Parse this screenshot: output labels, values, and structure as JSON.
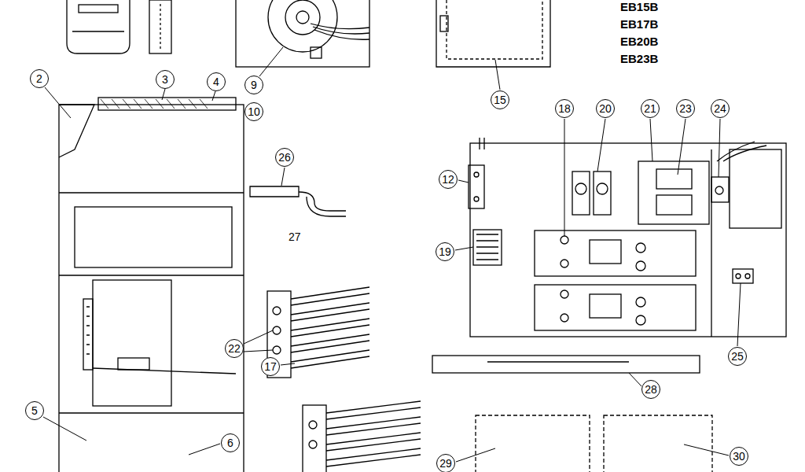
{
  "diagram": {
    "nodes": [
      {
        "text": [
          "2"
        ]
      },
      {
        "text": [
          "3"
        ]
      },
      {
        "text": [
          "4"
        ]
      },
      {
        "text": [
          "9"
        ]
      },
      {
        "text": [
          "10"
        ]
      },
      {
        "text": [
          "15"
        ]
      },
      {
        "text": [
          "18"
        ]
      },
      {
        "text": [
          "20"
        ]
      },
      {
        "text": [
          "21"
        ]
      },
      {
        "text": [
          "23"
        ]
      },
      {
        "text": [
          "24"
        ]
      },
      {
        "text": [
          "26"
        ]
      },
      {
        "text": [
          "12"
        ]
      },
      {
        "text": [
          "19"
        ]
      },
      {
        "text": [
          "22"
        ]
      },
      {
        "text": [
          "17"
        ]
      },
      {
        "text": [
          "25"
        ]
      },
      {
        "text": [
          "28"
        ]
      },
      {
        "text": [
          "5"
        ]
      },
      {
        "text": [
          "6"
        ]
      },
      {
        "text": [
          "30"
        ]
      },
      {
        "text": [
          "29"
        ]
      }
    ],
    "labels": [
      "EB15B",
      "EB17B",
      "EB20B",
      "EB23B",
      "27"
    ]
  }
}
